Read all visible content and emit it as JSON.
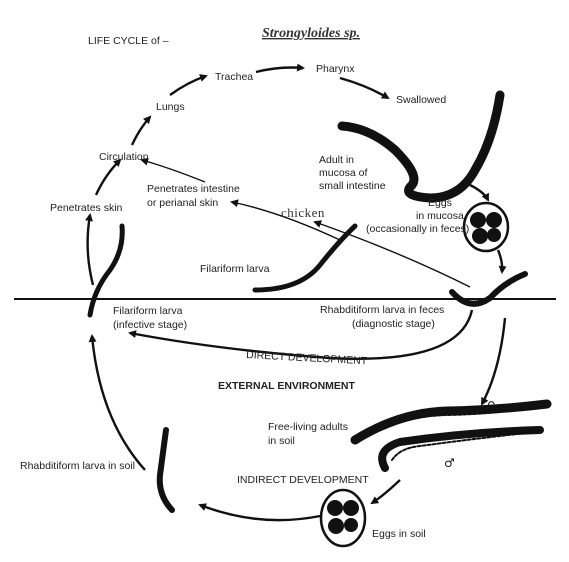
{
  "title": {
    "prefix": "LIFE CYCLE of –",
    "organism": "Strongyloides sp."
  },
  "labels": {
    "trachea": "Trachea",
    "pharynx": "Pharynx",
    "swallowed": "Swallowed",
    "lungs": "Lungs",
    "circulation": "Circulation",
    "penetrates_skin": "Penetrates skin",
    "penetrates_intestine": [
      "Penetrates intestine",
      "or perianal skin"
    ],
    "adult_mucosa": [
      "Adult in",
      "mucosa of",
      "small intestine"
    ],
    "eggs_mucosa": [
      "Eggs",
      "in mucosa",
      "(occasionally in feces)"
    ],
    "chicken": "chicken",
    "filariform_upper": "Filariform larva",
    "filariform_lower": [
      "Filariform larva",
      "(infective stage)"
    ],
    "rhabditiform_feces": [
      "Rhabditiform larva in feces",
      "(diagnostic stage)"
    ],
    "direct_development": "DIRECT DEVELOPMENT",
    "external_environment": "EXTERNAL ENVIRONMENT",
    "free_living": [
      "Free-living adults",
      "in soil"
    ],
    "indirect_development": "INDIRECT DEVELOPMENT",
    "rhabditiform_soil": "Rhabditiform larva in soil",
    "eggs_soil": "Eggs in soil"
  },
  "symbols": {
    "female": "♀",
    "male": "♂"
  }
}
